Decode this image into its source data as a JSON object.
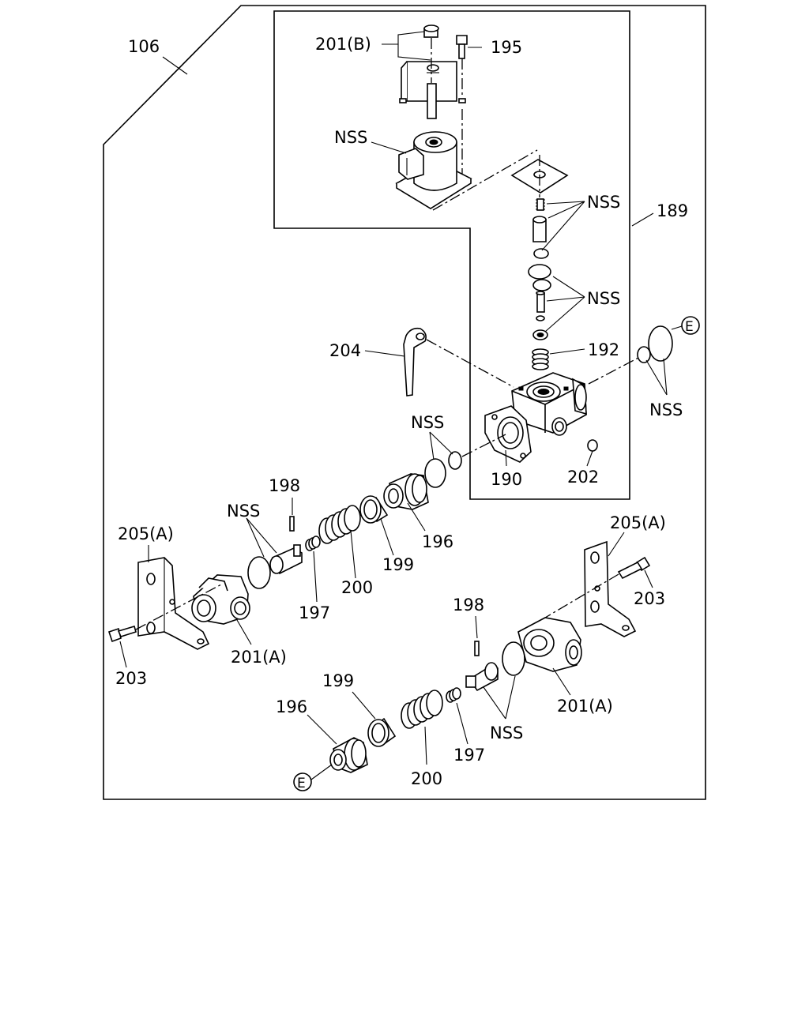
{
  "callouts": {
    "c106": "106",
    "c189": "189",
    "c201b": "201(B)",
    "c195": "195",
    "nss_solenoid": "NSS",
    "nss_upper": "NSS",
    "nss_middle": "NSS",
    "nss_e_rings": "NSS",
    "c204": "204",
    "c192": "192",
    "e_top": "E",
    "nss_rings_190": "NSS",
    "c190": "190",
    "c202": "202",
    "c198_left": "198",
    "nss_left": "NSS",
    "c205a_left": "205(A)",
    "c196_upper": "196",
    "c199_upper": "199",
    "c200_upper": "200",
    "c197_upper": "197",
    "c203_left": "203",
    "c201a_left": "201(A)",
    "c205a_right": "205(A)",
    "c203_right": "203",
    "c198_right": "198",
    "c201a_right": "201(A)",
    "c199_lower": "199",
    "c196_lower": "196",
    "nss_lower": "NSS",
    "c197_lower": "197",
    "c200_lower": "200",
    "e_bottom": "E"
  }
}
